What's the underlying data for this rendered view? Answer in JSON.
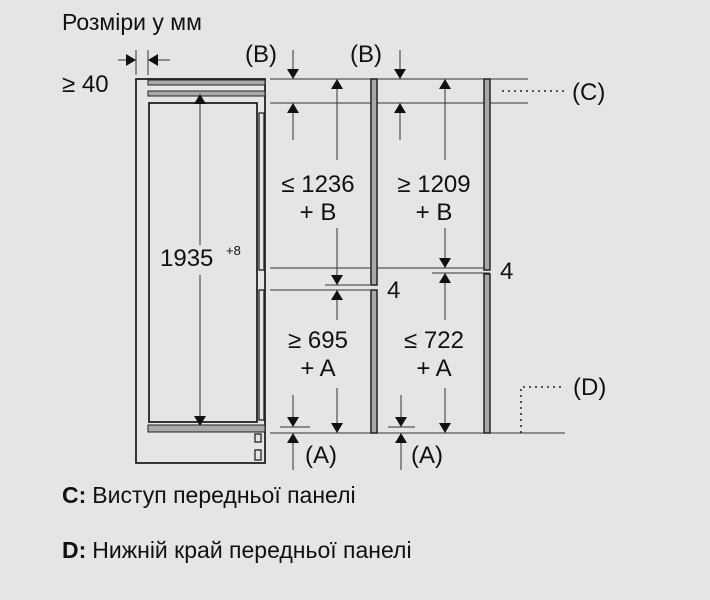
{
  "title": "Розміри у мм",
  "dims": {
    "side_gap": "≥ 40",
    "b_label": "(B)",
    "c_label": "(C)",
    "d_label": "(D)",
    "a_label": "(A)",
    "height": "1935",
    "height_tol": "+8",
    "upper_left": "≤ 1236",
    "upper_left_add": "+ B",
    "upper_right": "≥ 1209",
    "upper_right_add": "+ B",
    "lower_left": "≥ 695",
    "lower_left_add": "+ A",
    "lower_right": "≤ 722",
    "lower_right_add": "+ A",
    "gap_left": "4",
    "gap_right": "4"
  },
  "legend": [
    {
      "key": "C:",
      "text": "Виступ передньої панелі"
    },
    {
      "key": "D:",
      "text": "Нижній край передньої панелі"
    }
  ]
}
